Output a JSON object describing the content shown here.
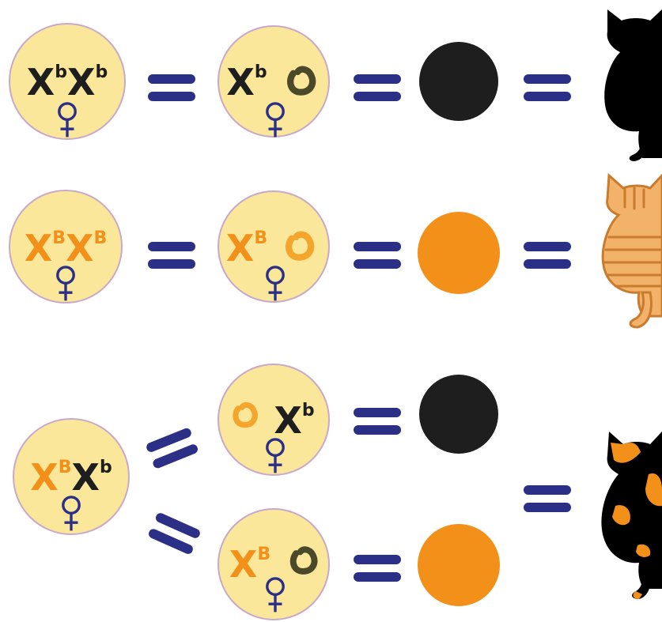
{
  "colors": {
    "cell_fill": "#fbe79a",
    "cell_stroke": "#c9a9c9",
    "black_allele": "#1e1e1e",
    "orange_allele": "#f39019",
    "equals": "#2b2f86",
    "venus_symbol": "#2b2f86",
    "inactive_black": "#4a4a2a",
    "inactive_orange": "#f4a52b",
    "black_dot": "#1e1e1e",
    "orange_dot": "#f39019",
    "black_cat": "#000000",
    "tabby_cat": "#f3b26a",
    "tabby_stripe": "#c97b2e",
    "calico_orange": "#f39019"
  },
  "chromosome_letter": "X",
  "alleles": {
    "black": "b",
    "orange": "B"
  },
  "icons": {
    "female": "female-venus-icon",
    "inactive_x": "barr-body-icon",
    "black_cat": "black-cat-icon",
    "orange_cat": "orange-tabby-cat-icon",
    "calico_cat": "calico-cat-icon"
  }
}
